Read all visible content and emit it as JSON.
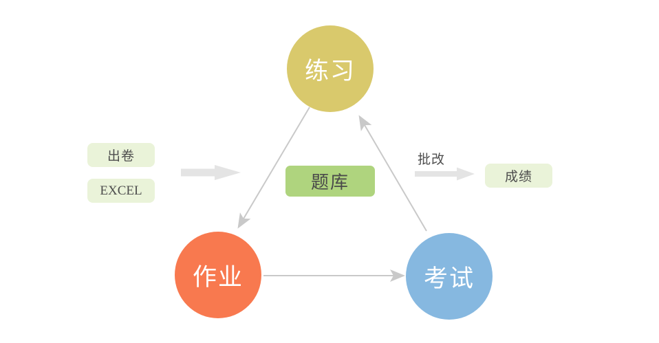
{
  "diagram": {
    "nodes": {
      "practice": {
        "label": "练习",
        "shape": "circle",
        "color": "#d9c96c"
      },
      "homework": {
        "label": "作业",
        "shape": "circle",
        "color": "#f8794f"
      },
      "exam": {
        "label": "考试",
        "shape": "circle",
        "color": "#86b8e0"
      },
      "question_bank": {
        "label": "题库",
        "shape": "rounded-rect",
        "color": "#afd47e"
      }
    },
    "labels": {
      "create_paper": {
        "label": "出卷",
        "color": "#eaf3d9"
      },
      "excel": {
        "label": "EXCEL",
        "color": "#eaf3d9"
      },
      "grading": {
        "label": "批改"
      },
      "score": {
        "label": "成绩",
        "color": "#eaf3d9"
      }
    },
    "edges": [
      {
        "from": "practice",
        "to": "homework",
        "style": "thin-line-arrow"
      },
      {
        "from": "homework",
        "to": "exam",
        "style": "thin-line-arrow"
      },
      {
        "from": "exam",
        "to": "practice",
        "style": "thin-line-arrow"
      },
      {
        "from": "create_paper+excel",
        "to": "diagram",
        "style": "block-arrow"
      },
      {
        "from": "grading",
        "to": "score",
        "style": "block-arrow"
      }
    ],
    "colors": {
      "background": "#ffffff",
      "line": "#c9c9c9",
      "block_arrow": "#e4e4e4",
      "circle_text": "#ffffff",
      "box_text": "#4d4d4d"
    }
  }
}
